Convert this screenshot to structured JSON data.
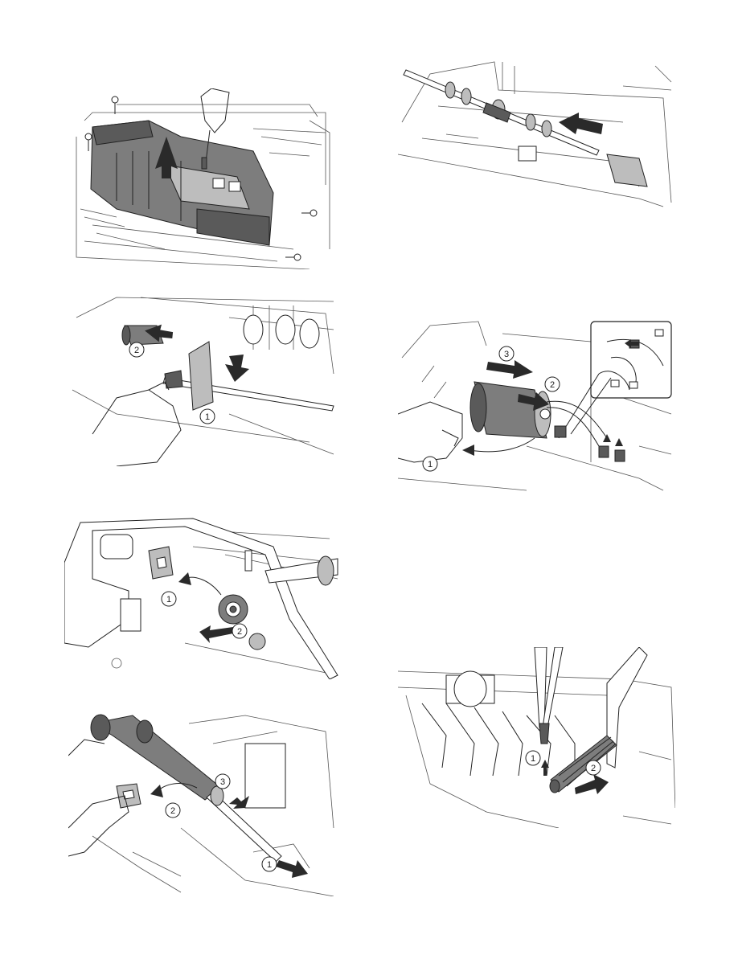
{
  "callouts": {
    "p2": [
      "2",
      "1"
    ],
    "p3": [
      "1",
      "2"
    ],
    "p4": [
      "2",
      "3",
      "1"
    ],
    "p6": [
      "3",
      "2",
      "1"
    ],
    "p7": [
      "1",
      "2"
    ]
  }
}
